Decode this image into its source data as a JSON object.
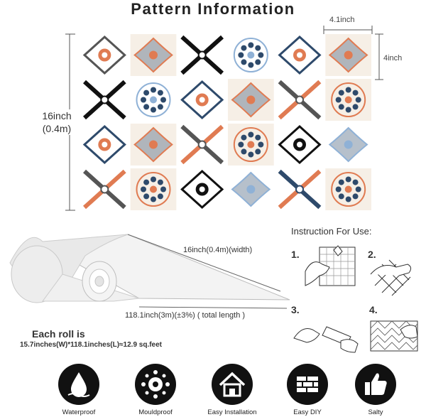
{
  "title": "Pattern Information",
  "dimensions": {
    "tile_width": "4.1inch",
    "tile_height": "4inch",
    "panel_height": "16inch",
    "panel_height_metric": "(0.4m)"
  },
  "roll": {
    "width_label": "16inch(0.4m)(width)",
    "length_label": "118.1inch(3m)(±3%) ( total length )",
    "each_roll_heading": "Each roll is",
    "each_roll_spec": "15.7inches(W)*118.1inches(L)≈12.9 sq.feet"
  },
  "instructions": {
    "heading": "Instruction For Use:",
    "steps": [
      "1.",
      "2.",
      "3.",
      "4."
    ]
  },
  "features": [
    {
      "icon": "water-drop-icon",
      "label": "Waterproof"
    },
    {
      "icon": "mould-icon",
      "label": "Mouldproof"
    },
    {
      "icon": "house-icon",
      "label": "Easy Installation"
    },
    {
      "icon": "brick-wall-icon",
      "label": "Easy DIY"
    },
    {
      "icon": "thumbs-up-icon",
      "label": "Salty"
    }
  ],
  "colors": {
    "navy": "#2e4a6b",
    "blue": "#8fb1d6",
    "orange": "#e07b52",
    "gray": "#555555",
    "cream": "#f6efe6"
  }
}
